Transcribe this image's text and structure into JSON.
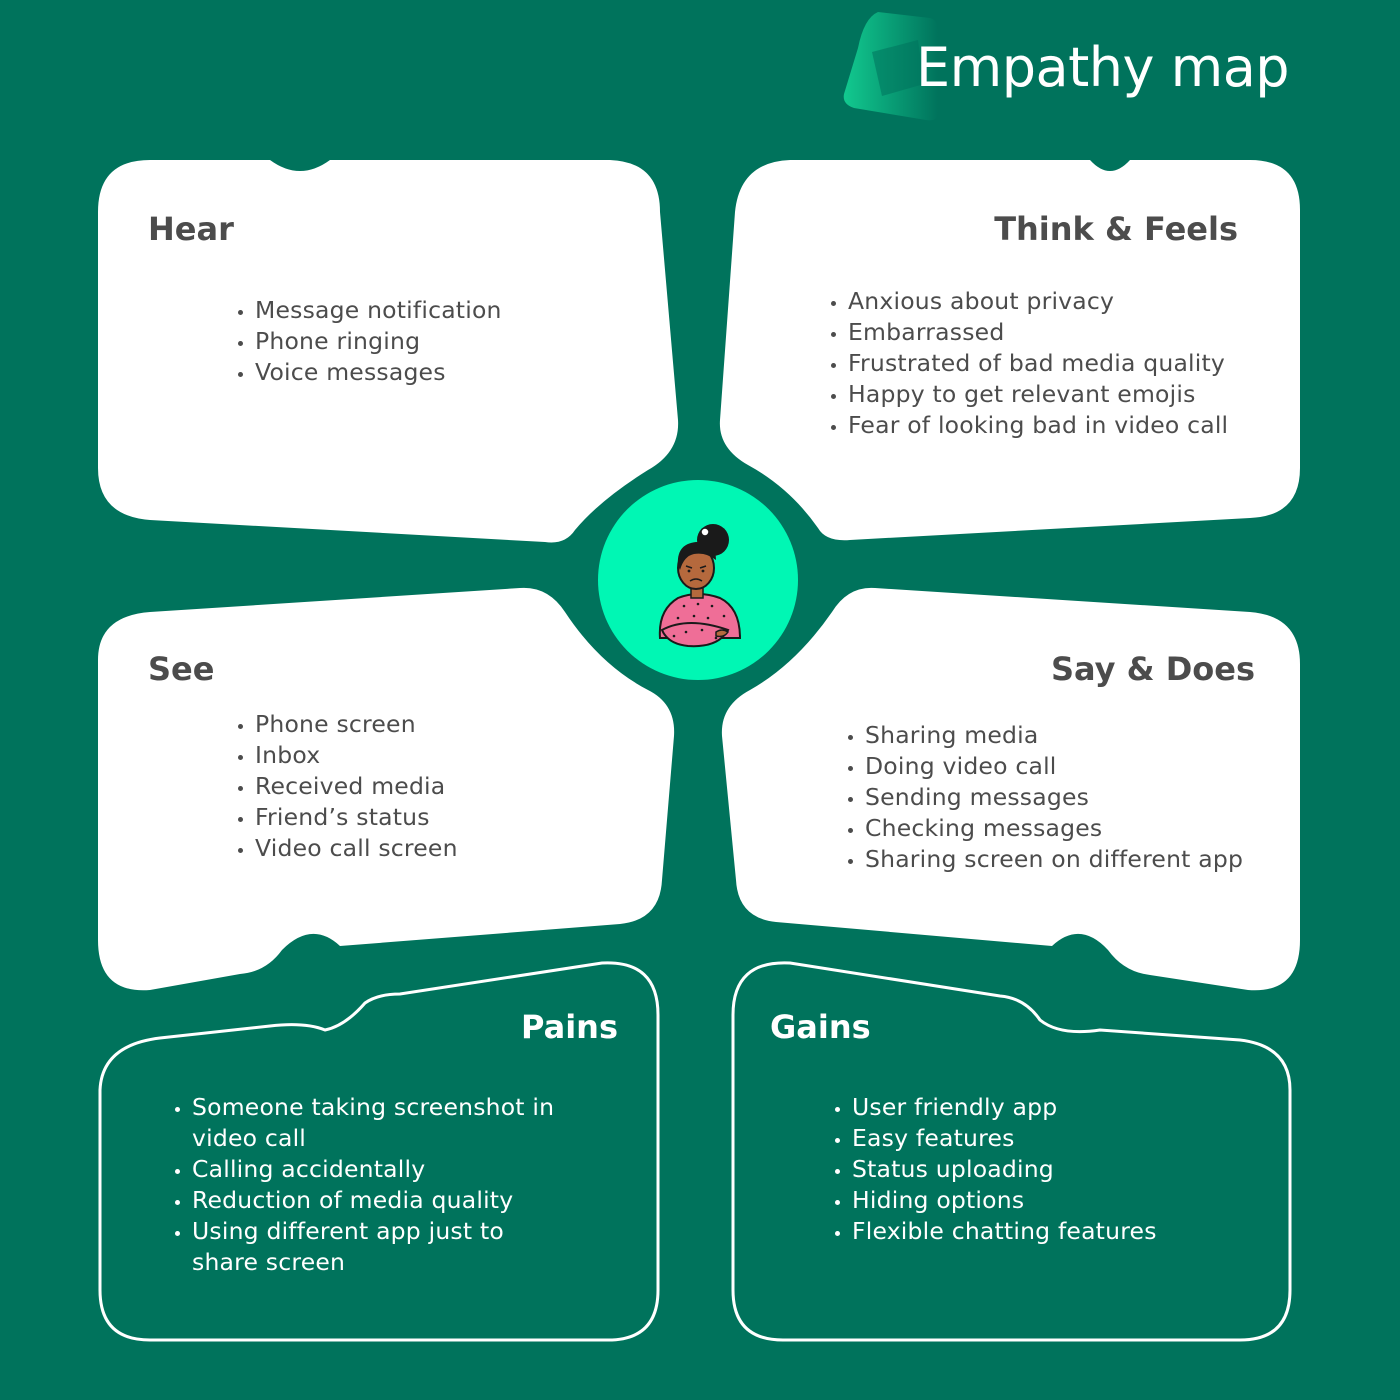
{
  "title": "Empathy map",
  "colors": {
    "background": "#00735c",
    "card": "#ffffff",
    "center": "#00f7b4",
    "text_dark": "#4c4c4c"
  },
  "quadrants": {
    "hear": {
      "title": "Hear",
      "items": [
        "Message notification",
        "Phone ringing",
        "Voice messages"
      ]
    },
    "think_feels": {
      "title": "Think & Feels",
      "items": [
        "Anxious about privacy",
        "Embarrassed",
        "Frustrated of bad media quality",
        "Happy to get relevant emojis",
        "Fear of looking bad in video call"
      ]
    },
    "see": {
      "title": "See",
      "items": [
        "Phone screen",
        "Inbox",
        "Received media",
        "Friend’s status",
        "Video call screen"
      ]
    },
    "say_does": {
      "title": "Say & Does",
      "items": [
        "Sharing media",
        "Doing video call",
        "Sending messages",
        "Checking messages",
        "Sharing screen on different app"
      ]
    },
    "pains": {
      "title": "Pains",
      "items": [
        "Someone taking screenshot in video call",
        "Calling accidentally",
        "Reduction of media quality",
        "Using different app just to share screen"
      ]
    },
    "gains": {
      "title": "Gains",
      "items": [
        "User friendly app",
        "Easy features",
        "Status uploading",
        "Hiding options",
        "Flexible chatting features"
      ]
    }
  },
  "persona_icon": "sad-girl-arms-crossed-icon",
  "logo_icon": "folded-square-logo-icon"
}
